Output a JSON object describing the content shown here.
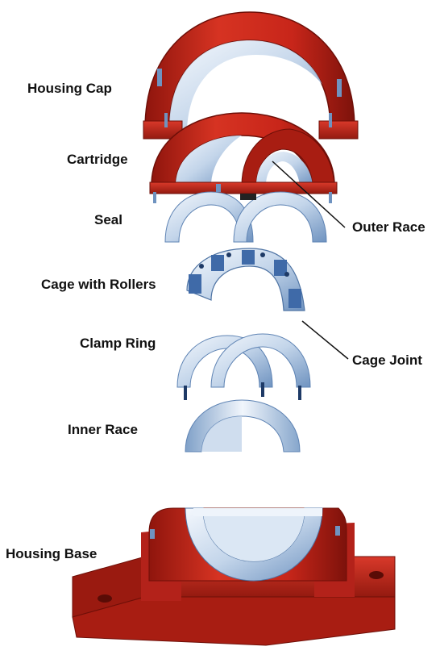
{
  "labels": {
    "housing_cap": "Housing Cap",
    "cartridge": "Cartridge",
    "seal": "Seal",
    "outer_race": "Outer Race",
    "cage_with_rollers": "Cage with Rollers",
    "cage_joint": "Cage Joint",
    "clamp_ring": "Clamp Ring",
    "inner_race": "Inner Race",
    "housing_base": "Housing Base"
  },
  "colors": {
    "housing_red": "#c8261a",
    "housing_red_dark": "#8f150d",
    "steel_light": "#eef4fb",
    "steel_mid": "#b9cde4",
    "steel_dark": "#5f84b4",
    "leader_line": "#111111"
  }
}
